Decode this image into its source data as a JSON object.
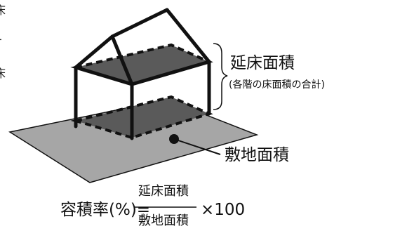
{
  "diagram": {
    "edge_chars": [
      "床",
      "─",
      "床"
    ],
    "total_floor_area_label": "延床面積",
    "total_floor_area_note": "(各階の床面積の合計)",
    "site_area_label": "敷地面積"
  },
  "formula": {
    "lhs": "容積率(%)=",
    "numerator": "延床面積",
    "denominator": "敷地面積",
    "multiplier": "×100"
  },
  "colors": {
    "ground": "#a6a6a6",
    "floor": "#5a5a5a",
    "line": "#111111"
  }
}
